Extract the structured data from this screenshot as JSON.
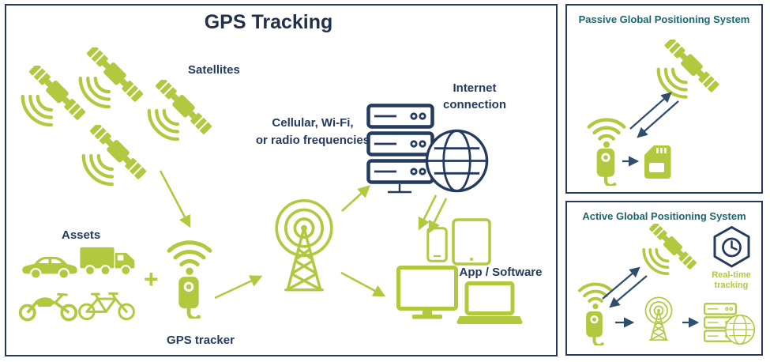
{
  "colors": {
    "green": "#b2c83e",
    "navy": "#243a5e",
    "teal": "#1c6672",
    "arrow_navy": "#2f4d6d",
    "panel_border": "#26395c"
  },
  "main": {
    "title": "GPS Tracking",
    "labels": {
      "satellites": "Satellites",
      "cellular_line1": "Cellular, Wi-Fi,",
      "cellular_line2": "or radio frequencies",
      "internet_line1": "Internet",
      "internet_line2": "connection",
      "assets": "Assets",
      "plus": "+",
      "gps_tracker": "GPS tracker",
      "app_software": "App / Software"
    }
  },
  "passive": {
    "title": "Passive Global Positioning System"
  },
  "active": {
    "title": "Active Global Positioning System",
    "realtime_line1": "Real-time",
    "realtime_line2": "tracking"
  },
  "icons": {
    "satellite": "satellite-icon",
    "wifi_signal": "wifi-signal-icon",
    "gps_tracker_device": "gps-tracker-device-icon",
    "radio_tower": "radio-tower-icon",
    "server_stack": "server-stack-icon",
    "globe": "globe-icon",
    "car": "car-icon",
    "truck": "truck-icon",
    "motorcycle": "motorcycle-icon",
    "bicycle": "bicycle-icon",
    "smartphone": "smartphone-icon",
    "tablet": "tablet-icon",
    "monitor": "monitor-icon",
    "laptop": "laptop-icon",
    "sd_card": "sd-card-icon",
    "realtime_clock": "realtime-clock-icon"
  }
}
